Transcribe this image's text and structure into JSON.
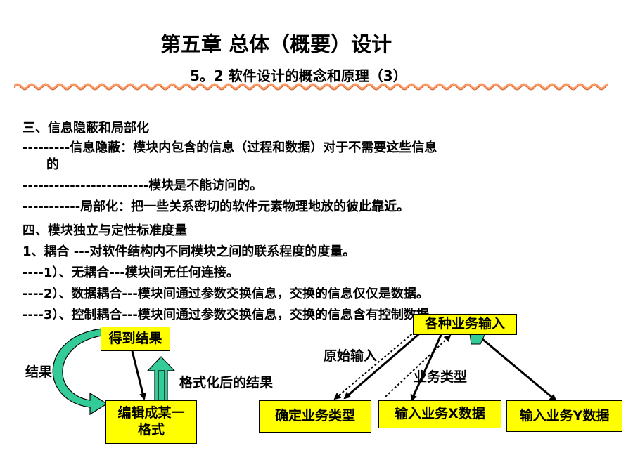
{
  "title": "第五章 总体（概要）设计",
  "subtitle": "5。2  软件设计的概念和原理（3）",
  "body_lines": [
    "三、信息隐蔽和局部化",
    "---------信息隐蔽：模块内包含的信息（过程和数据）对于不需要这些信息",
    "的",
    "------------------------模块是不能访问的。",
    "-----------局部化：把一些关系密切的软件元素物理地放的彼此靠近。",
    "四、模块独立与定性标准度量",
    "1、耦合 ---对软件结构内不同模块之间的联系程度的度量。",
    "----1）、无耦合---模块间无任何连接。",
    "----2）、数据耦合---模块间通过参数交换信息，交换的信息仅仅是数据。",
    "----3）、控制耦合---模块间通过参数交换信息，交换的信息含有控制数据。"
  ],
  "left_diagram": {
    "top_box": "得到结果",
    "bottom_box_line1": "编辑成某一",
    "bottom_box_line2": "格式",
    "label_left": "结果",
    "label_right": "格式化后的结果"
  },
  "right_diagram": {
    "top_box": "各种业务输入",
    "box1": "确定业务类型",
    "box2": "输入业务X数据",
    "box3": "输入业务Y数据",
    "label_input": "原始输入",
    "label_type": "业务类型"
  },
  "colors": {
    "box_fill": "#ffff00",
    "arrow_fill": "#33cc99",
    "wave": "#ff9966"
  }
}
